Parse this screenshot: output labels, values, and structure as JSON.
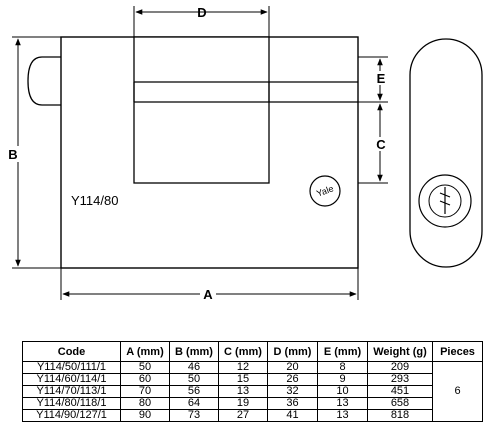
{
  "dimension_labels": {
    "a": "A",
    "b": "B",
    "c": "C",
    "d": "D",
    "e": "E"
  },
  "model_label": "Y114/80",
  "brand_label": "Yale",
  "table": {
    "headers": [
      "Code",
      "A (mm)",
      "B (mm)",
      "C (mm)",
      "D (mm)",
      "E (mm)",
      "Weight (g)",
      "Pieces"
    ],
    "rows": [
      [
        "Y114/50/111/1",
        "50",
        "46",
        "12",
        "20",
        "8",
        "209"
      ],
      [
        "Y114/60/114/1",
        "60",
        "50",
        "15",
        "26",
        "9",
        "293"
      ],
      [
        "Y114/70/113/1",
        "70",
        "56",
        "13",
        "32",
        "10",
        "451"
      ],
      [
        "Y114/80/118/1",
        "80",
        "64",
        "19",
        "36",
        "13",
        "658"
      ],
      [
        "Y114/90/127/1",
        "90",
        "73",
        "27",
        "41",
        "13",
        "818"
      ]
    ],
    "pieces": "6"
  }
}
